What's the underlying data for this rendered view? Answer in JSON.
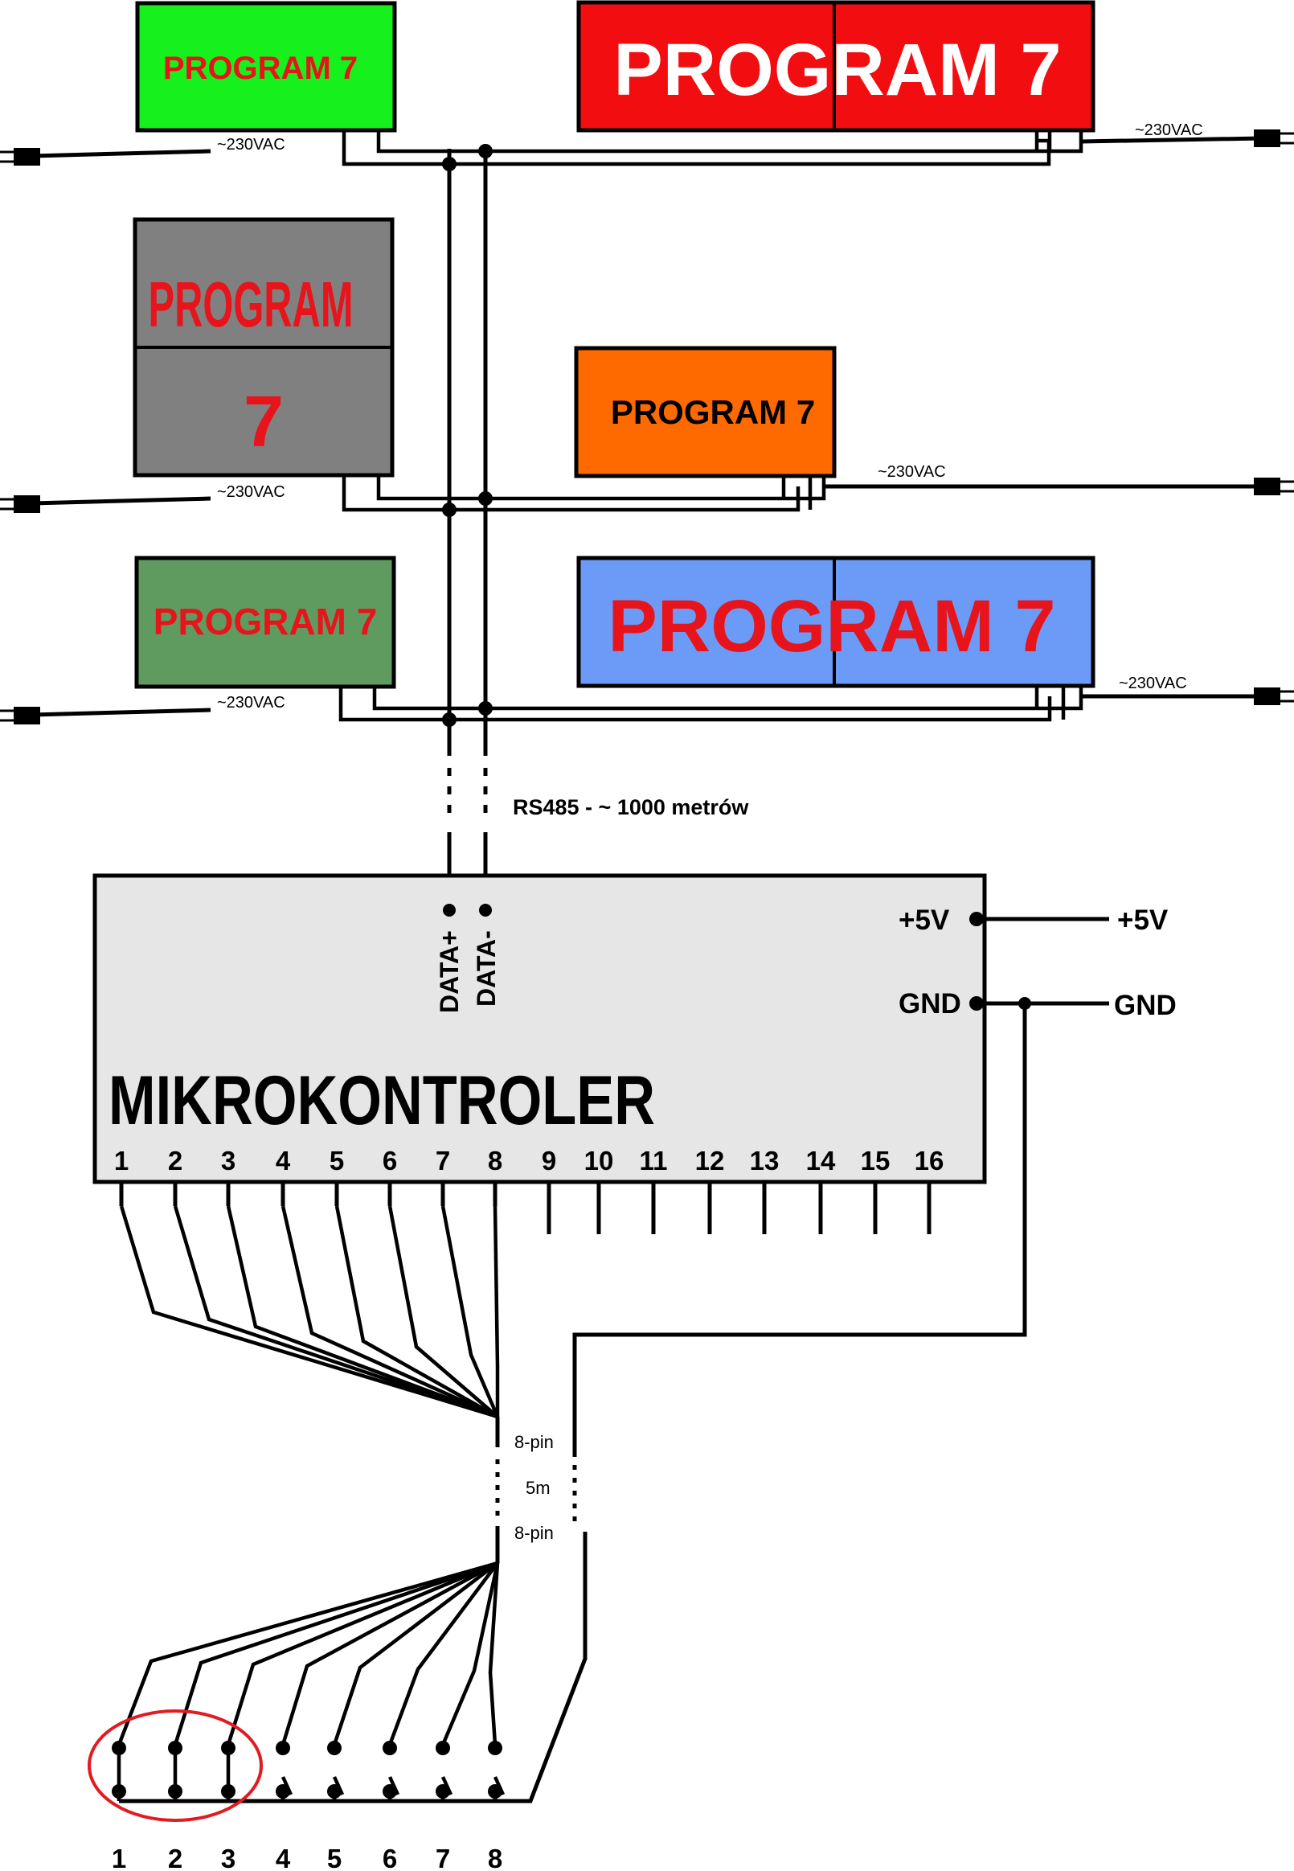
{
  "colors": {
    "red_text": "#e8141b",
    "black_text": "#000000",
    "white_text": "#ffffff",
    "display_1_bg": "#16f01c",
    "display_2_bg": "#f20d10",
    "display_3_bg": "#808080",
    "display_4_bg": "#ff6a00",
    "display_5_bg": "#5f9a5f",
    "display_6_bg": "#6b9bf7",
    "controller_bg": "#e6e6e6",
    "highlight_circle": "#e11b22"
  },
  "displays": [
    {
      "text": "PROGRAM 7",
      "supply": "~230VAC"
    },
    {
      "text": "PROGRAM 7",
      "supply": "~230VAC"
    },
    {
      "text_line1": "PROGRAM",
      "text_line2": "7",
      "supply": "~230VAC"
    },
    {
      "text": "PROGRAM 7",
      "supply": "~230VAC"
    },
    {
      "text": "PROGRAM 7",
      "supply": "~230VAC"
    },
    {
      "text": "PROGRAM 7",
      "supply": "~230VAC"
    }
  ],
  "bus": {
    "label": "RS485 - ~ 1000 metrów"
  },
  "controller": {
    "title": "MIKROKONTROLER",
    "data_plus": "DATA+",
    "data_minus": "DATA-",
    "vcc_pin": "+5V",
    "gnd_pin": "GND",
    "vcc_out": "+5V",
    "gnd_out": "GND",
    "pins": [
      "1",
      "2",
      "3",
      "4",
      "5",
      "6",
      "7",
      "8",
      "9",
      "10",
      "11",
      "12",
      "13",
      "14",
      "15",
      "16"
    ]
  },
  "cable": {
    "connector_top": "8-pin",
    "length": "5m",
    "connector_bottom": "8-pin"
  },
  "switches": {
    "labels": [
      "1",
      "2",
      "3",
      "4",
      "5",
      "6",
      "7",
      "8"
    ],
    "highlighted": 3
  }
}
